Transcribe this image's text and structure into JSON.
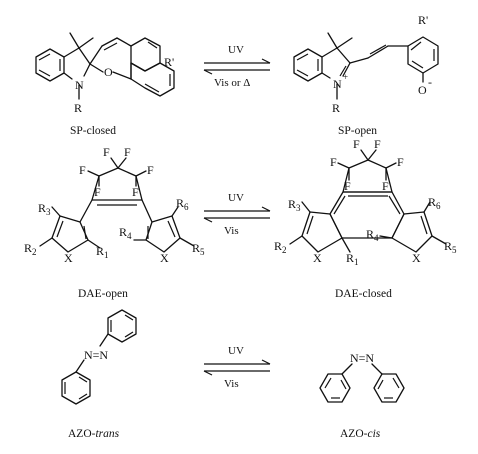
{
  "rows": [
    {
      "left": {
        "caption": "SP-closed"
      },
      "right": {
        "caption": "SP-open"
      },
      "forward_label": "UV",
      "reverse_label": "Vis or Δ"
    },
    {
      "left": {
        "caption": "DAE-open"
      },
      "right": {
        "caption": "DAE-closed"
      },
      "forward_label": "UV",
      "reverse_label": "Vis"
    },
    {
      "left": {
        "caption_prefix": "AZO-",
        "caption_italic": "trans"
      },
      "right": {
        "caption_prefix": "AZO-",
        "caption_italic": "cis"
      },
      "forward_label": "UV",
      "reverse_label": "Vis"
    }
  ],
  "atoms": {
    "N": "N",
    "O": "O",
    "X": "X",
    "F": "F",
    "R": "R",
    "R_prime": "R'",
    "O_minus": "-",
    "N_plus": "+",
    "R1": "1",
    "R2": "2",
    "R3": "3",
    "R4": "4",
    "R5": "5",
    "R6": "6",
    "azo": "N=N"
  }
}
